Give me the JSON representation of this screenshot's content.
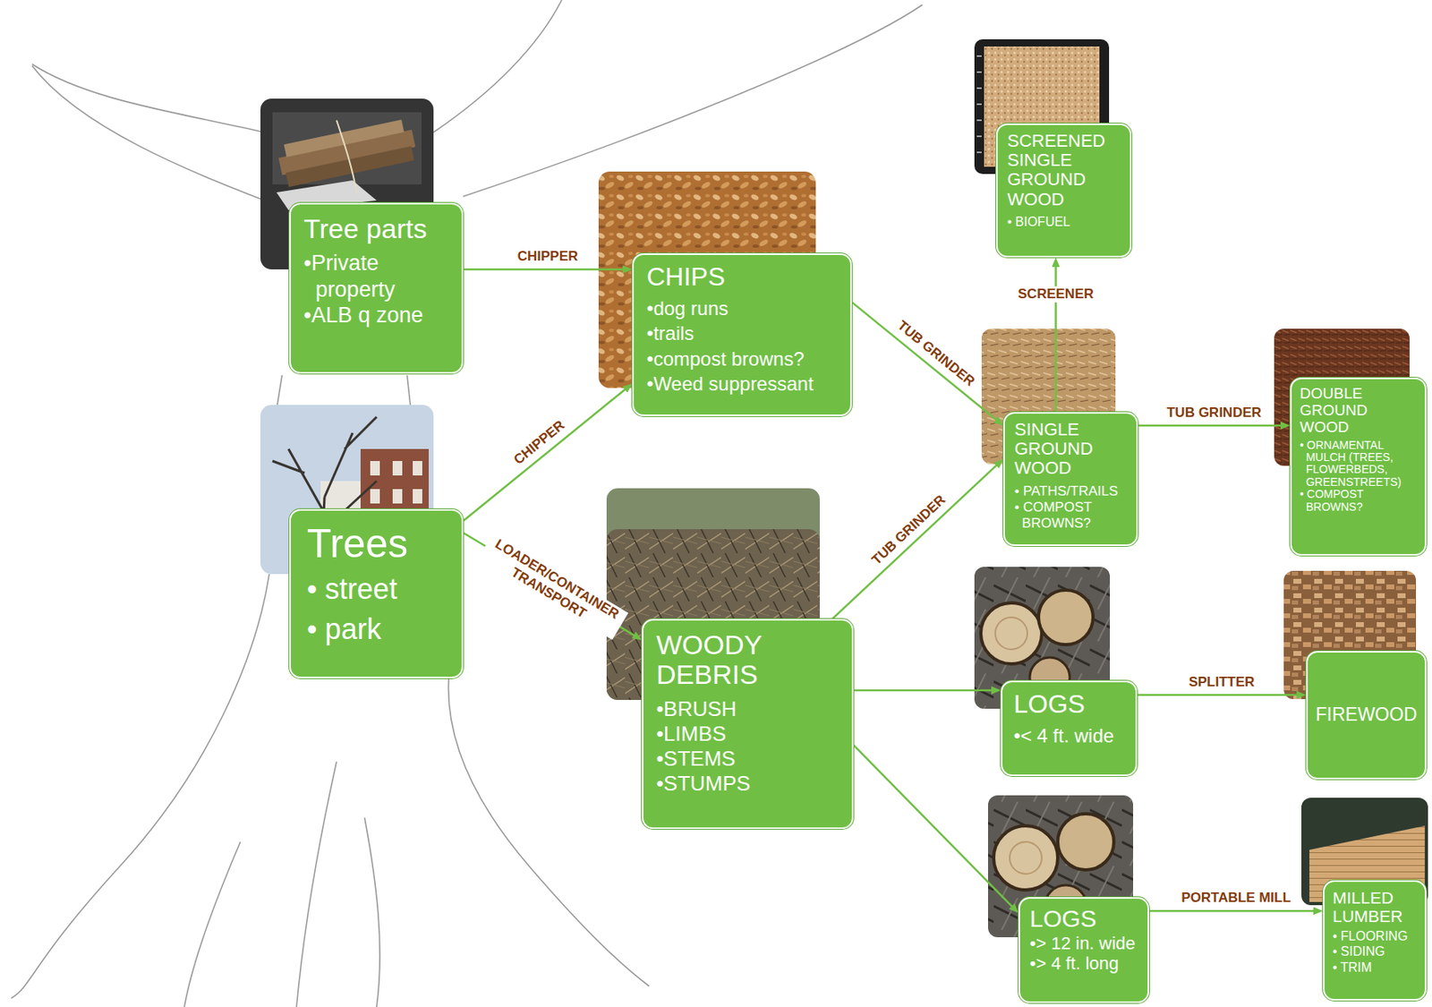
{
  "diagram": {
    "nodes": [
      {
        "text": [
          "Tree parts",
          "•Private property",
          "•ALB q zone"
        ]
      },
      {
        "text": [
          "Trees",
          "• street",
          "• park"
        ]
      },
      {
        "text": [
          "CHIPS",
          "•dog runs",
          "•trails",
          "•compost browns?",
          "•Weed suppressant"
        ]
      },
      {
        "text": [
          "WOODY DEBRIS",
          "•BRUSH",
          "•LIMBS",
          "•STEMS",
          "•STUMPS"
        ]
      },
      {
        "text": [
          "SCREENED SINGLE GROUND WOOD",
          "• BIOFUEL"
        ]
      },
      {
        "text": [
          "SINGLE GROUND WOOD",
          "• PATHS/TRAILS",
          "• COMPOST BROWNS?"
        ]
      },
      {
        "text": [
          "DOUBLE GROUND WOOD",
          "• ORNAMENTAL MULCH (TREES, FLOWERBEDS, GREENSTREETS)",
          "• COMPOST BROWNS?"
        ]
      },
      {
        "text": [
          "LOGS",
          "•< 4 ft. wide"
        ]
      },
      {
        "text": [
          "FIREWOOD"
        ]
      },
      {
        "text": [
          "LOGS",
          "•> 12 in. wide",
          "•> 4 ft. long"
        ]
      },
      {
        "text": [
          "MILLED LUMBER",
          "• FLOORING",
          "• SIDING",
          "• TRIM"
        ]
      }
    ],
    "edges": [
      {
        "from": 0,
        "to": 2,
        "label": "CHIPPER",
        "arrow": "to"
      },
      {
        "from": 1,
        "to": 2,
        "label": "CHIPPER",
        "arrow": "to"
      },
      {
        "from": 1,
        "to": 3,
        "label": "LOADER/CONTAINER TRANSPORT",
        "arrow": "to"
      },
      {
        "from": 2,
        "to": 5,
        "label": "TUB GRINDER",
        "arrow": "to"
      },
      {
        "from": 3,
        "to": 5,
        "label": "TUB GRINDER",
        "arrow": "to"
      },
      {
        "from": 5,
        "to": 4,
        "label": "SCREENER",
        "arrow": "to"
      },
      {
        "from": 5,
        "to": 6,
        "label": "TUB GRINDER",
        "arrow": "to"
      },
      {
        "from": 3,
        "to": 7,
        "arrow": "to"
      },
      {
        "from": 7,
        "to": 8,
        "label": "SPLITTER",
        "arrow": "to"
      },
      {
        "from": 3,
        "to": 9,
        "arrow": "to"
      },
      {
        "from": 9,
        "to": 10,
        "label": "PORTABLE MILL",
        "arrow": "to"
      }
    ]
  }
}
